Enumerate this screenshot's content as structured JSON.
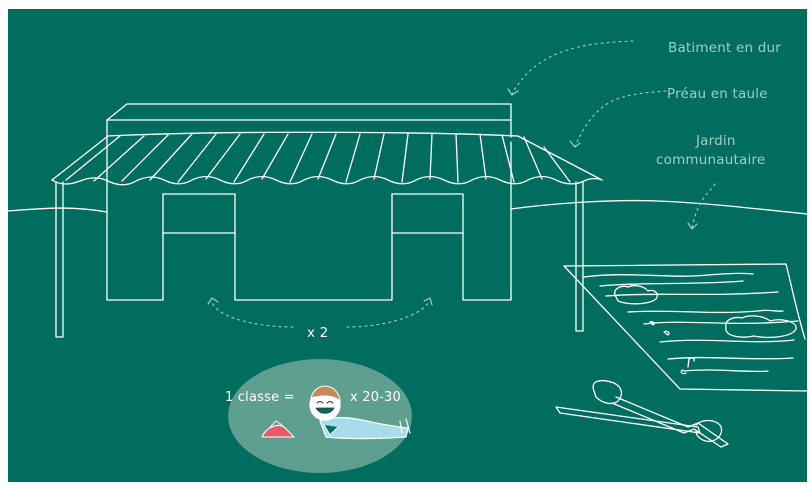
{
  "labels": {
    "batiment": "Batiment en dur",
    "preau": "Préau en taule",
    "jardin_line1": "Jardin",
    "jardin_line2": "communautaire",
    "doors_multiplier": "x 2",
    "classe": "1 classe =",
    "pupils_count": "x 20-30"
  },
  "colors": {
    "board": "#006D5F",
    "chalk": "#FFFFFF",
    "muted_text": "#9FCFC6",
    "ellipse": "#5E9F90",
    "shirt": "#A7DDEA",
    "shoe": "#E85A6A"
  },
  "icons": [
    "shovel-icon",
    "rake-icon",
    "student-icon",
    "shoe-icon"
  ]
}
